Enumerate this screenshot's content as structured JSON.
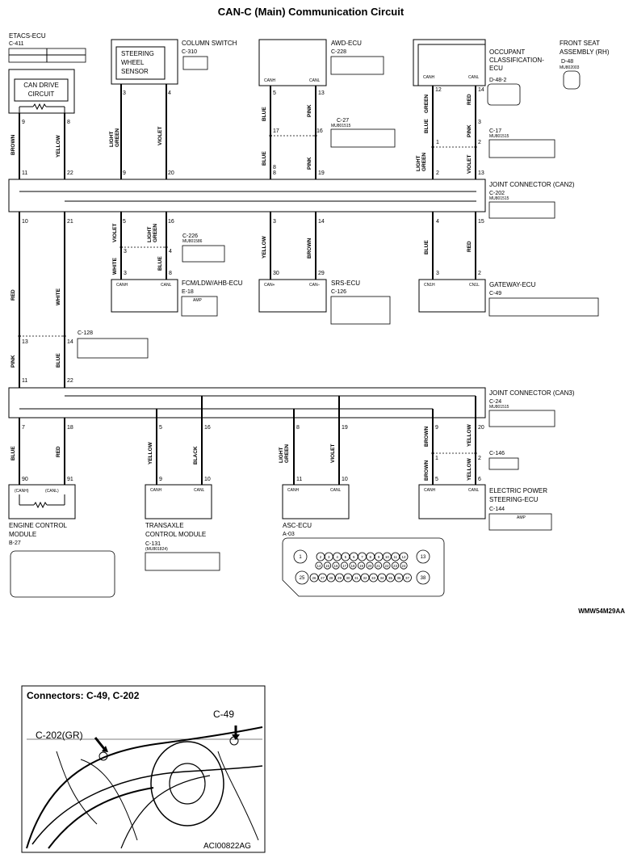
{
  "title": "CAN-C (Main) Communication Circuit",
  "figure_code": "WMW54M29AA",
  "components": {
    "etacs": {
      "name": "ETACS-ECU",
      "conn": "C-411",
      "inner": [
        "CAN DRIVE",
        "CIRCUIT"
      ],
      "pins": [
        "9",
        "8"
      ]
    },
    "column_switch": {
      "name": "COLUMN SWITCH",
      "conn": "C-310",
      "inner": [
        "STEERING",
        "WHEEL",
        "SENSOR"
      ],
      "pins": [
        "3",
        "4"
      ]
    },
    "awd": {
      "name": "AWD-ECU",
      "conn": "C-228",
      "canh": "CANH",
      "canl": "CANL",
      "pins": [
        "5",
        "13"
      ]
    },
    "occupant": {
      "name": [
        "OCCUPANT",
        "CLASSIFICATION-",
        "ECU"
      ],
      "canh": "CANH",
      "canl": "CANL",
      "conn": "D-48-2",
      "pins": [
        "12",
        "14"
      ]
    },
    "front_seat": {
      "name": [
        "FRONT SEAT",
        "ASSEMBLY (RH)"
      ],
      "conn": "D-48",
      "part": "MU802003"
    },
    "c27": {
      "conn": "C-27",
      "part": "MU801515",
      "pins": [
        "17",
        "16"
      ]
    },
    "c17": {
      "conn": "C-17",
      "part": "MU801515",
      "pins": [
        "1",
        "2"
      ]
    },
    "can2": {
      "name": "JOINT CONNECTOR (CAN2)",
      "conn": "C-202",
      "part": "MU801515"
    },
    "fcm": {
      "name": "FCM/LDW/AHB-ECU",
      "conn": "E-18",
      "canh": "CANH",
      "canl": "CANL"
    },
    "c226": {
      "conn": "C-226",
      "part": "MU801586",
      "pins": [
        "3",
        "4"
      ]
    },
    "srs": {
      "name": "SRS-ECU",
      "conn": "C-126",
      "canh": "CAN+",
      "canl": "CAN−",
      "pins": [
        "30",
        "29"
      ]
    },
    "gateway": {
      "name": "GATEWAY-ECU",
      "conn": "C-49",
      "canh": "CN1H",
      "canl": "CN1L",
      "pins": [
        "3",
        "2"
      ]
    },
    "c128": {
      "conn": "C-128",
      "pins": [
        "13",
        "14"
      ]
    },
    "can3": {
      "name": "JOINT CONNECTOR (CAN3)",
      "conn": "C-24",
      "part": "MU801515"
    },
    "c146": {
      "conn": "C-146",
      "pins": [
        "1",
        "2"
      ]
    },
    "ecm": {
      "name": [
        "ENGINE CONTROL",
        "MODULE"
      ],
      "conn": "B-27",
      "canh": "(CANH)",
      "canl": "(CANL)",
      "pins": [
        "90",
        "91"
      ]
    },
    "tcm": {
      "name": [
        "TRANSAXLE",
        "CONTROL MODULE"
      ],
      "conn": "C-131",
      "part": "(MU801824)",
      "canh": "CANH",
      "canl": "CANL",
      "pins": [
        "9",
        "10"
      ]
    },
    "asc": {
      "name": "ASC-ECU",
      "conn": "A-03",
      "canh": "CANH",
      "canl": "CANL",
      "pins": [
        "11",
        "10"
      ]
    },
    "eps": {
      "name": [
        "ELECTRIC POWER",
        "STEERING-ECU"
      ],
      "conn": "C-144",
      "canh": "CANH",
      "canl": "CANL",
      "pins": [
        "5",
        "6"
      ]
    }
  },
  "wire_colors": {
    "brown": "BROWN",
    "yellow": "YELLOW",
    "light_green": "LIGHT GREEN",
    "violet": "VIOLET",
    "blue": "BLUE",
    "pink": "PINK",
    "green": "GREEN",
    "red": "RED",
    "white": "WHITE",
    "black": "BLACK"
  },
  "can2_pins": {
    "top": [
      "11",
      "22",
      "9",
      "20",
      "8",
      "19",
      "2",
      "13"
    ],
    "bottom": [
      "10",
      "21",
      "5",
      "16",
      "3",
      "14",
      "4",
      "15"
    ]
  },
  "can3_pins": {
    "top": [
      "11",
      "22"
    ],
    "bottom": [
      "7",
      "18",
      "5",
      "16",
      "8",
      "19",
      "9",
      "20"
    ]
  },
  "misc_pins": {
    "c27_upper": [
      "5",
      "13"
    ],
    "c17_upper": [
      "3"
    ],
    "c226_pins": [
      "3",
      "4"
    ],
    "fcm_pins": [
      "3",
      "8"
    ],
    "eps_upper": [
      "9",
      "20"
    ]
  },
  "amp_label": "AMP",
  "asc_pins": {
    "row1": [
      "1",
      "2",
      "3",
      "4",
      "5",
      "6",
      "7",
      "8",
      "9",
      "10",
      "11",
      "12",
      "13"
    ],
    "row2": [
      "14",
      "15",
      "16",
      "17",
      "18",
      "19",
      "20",
      "21",
      "22",
      "23",
      "24"
    ],
    "row3": [
      "25",
      "26",
      "27",
      "28",
      "29",
      "30",
      "31",
      "32",
      "33",
      "34",
      "35",
      "36",
      "37",
      "38"
    ]
  },
  "inset": {
    "title": "Connectors: C-49, C-202",
    "label_a": "C-49",
    "label_b": "C-202(GR)",
    "code": "ACI00822AG"
  }
}
